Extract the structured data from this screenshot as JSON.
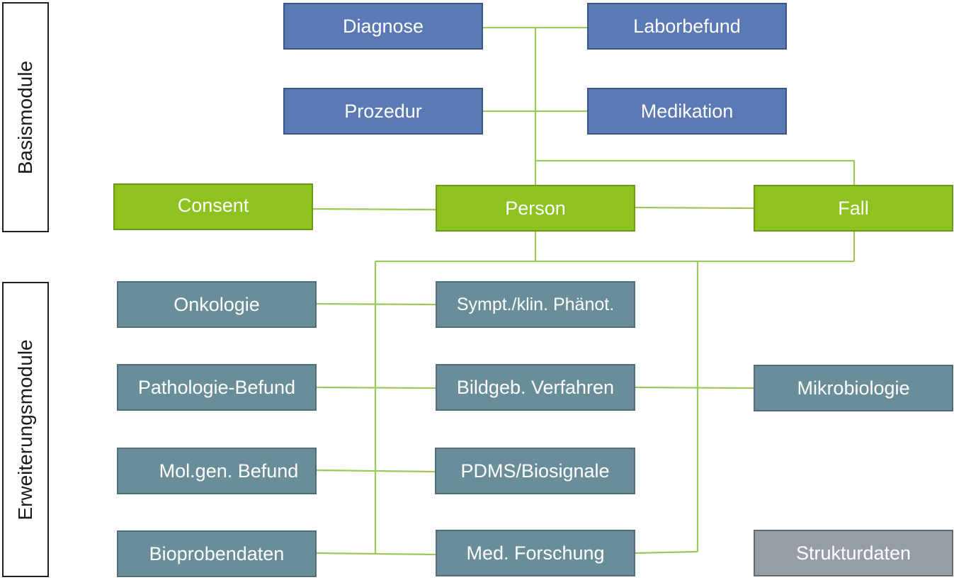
{
  "side_labels": {
    "basis": "Basismodule",
    "extension": "Erweiterungsmodule"
  },
  "modules": {
    "diagnose": "Diagnose",
    "laborbefund": "Laborbefund",
    "prozedur": "Prozedur",
    "medikation": "Medikation",
    "consent": "Consent",
    "person": "Person",
    "fall": "Fall",
    "onkologie": "Onkologie",
    "sympt": "Sympt./klin. Phänot.",
    "pathologie": "Pathologie-Befund",
    "bildgeb": "Bildgeb. Verfahren",
    "mikrobiologie": "Mikrobiologie",
    "molgen": "Mol.gen. Befund",
    "pdms": "PDMS/Biosignale",
    "bioproben": "Bioprobendaten",
    "medforschung": "Med. Forschung",
    "strukturdaten": "Strukturdaten"
  },
  "colors": {
    "basis_module": "#5b79b5",
    "core_module": "#8dc21f",
    "extension_module": "#6a8e99",
    "structure_module": "#969da4",
    "connector": "#8dc21f"
  }
}
